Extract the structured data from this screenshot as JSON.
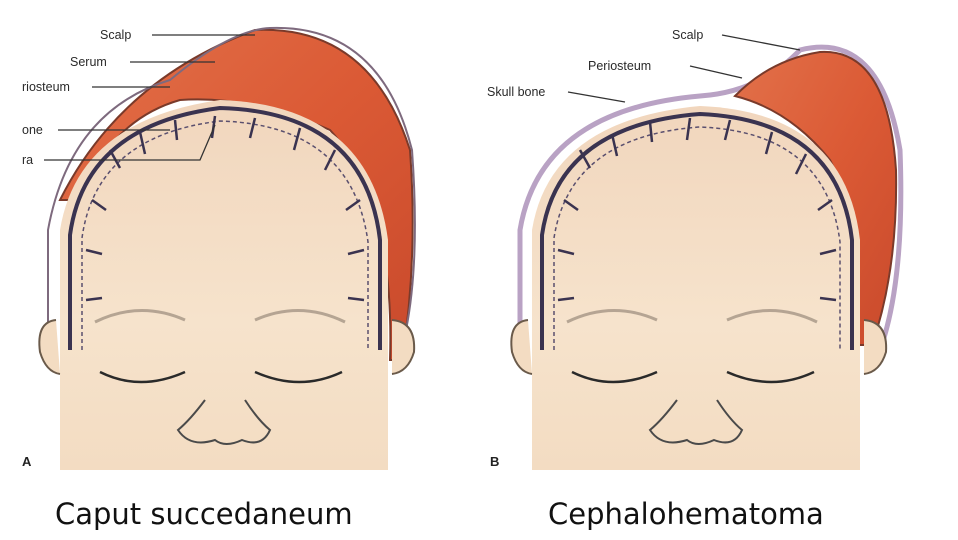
{
  "panel_a": {
    "letter": "A",
    "labels": {
      "scalp": "Scalp",
      "serum": "Serum",
      "periosteum": "riosteum",
      "bone": "one",
      "suture": "ra"
    },
    "caption": "Caput succedaneum"
  },
  "panel_b": {
    "letter": "B",
    "labels": {
      "scalp": "Scalp",
      "periosteum": "Periosteum",
      "skull_bone": "Skull bone"
    },
    "caption": "Cephalohematoma"
  },
  "colors": {
    "skin": "#f3dcc0",
    "swelling": "#e0603a",
    "skull": "#3a3350",
    "scalp_outline": "#b9a2c4",
    "background": "#ffffff"
  }
}
